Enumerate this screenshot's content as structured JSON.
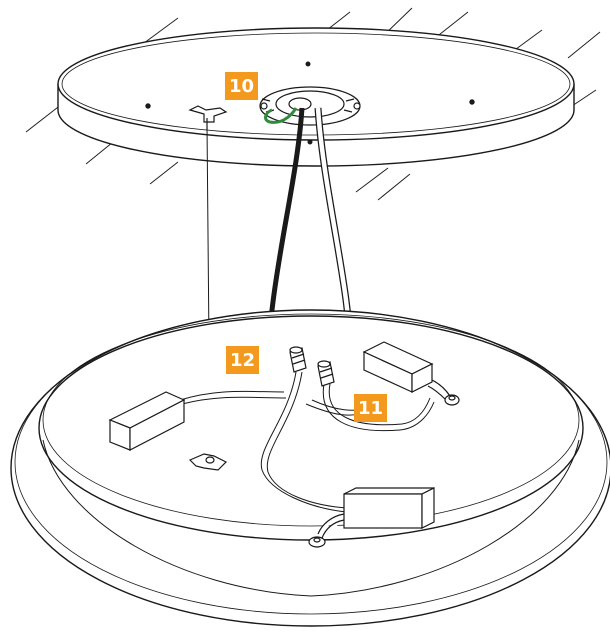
{
  "steps": {
    "step_10": "10",
    "step_11": "11",
    "step_12": "12"
  },
  "colors": {
    "badge_orange": "#F39A1E",
    "line_black": "#1a1a1a",
    "ground_wire_green": "#2E8B3A",
    "background": "#FFFFFF"
  },
  "icons": [
    "ceiling-plate",
    "mounting-bracket",
    "wire-nut",
    "led-driver-box",
    "fixture-base",
    "hanging-cable"
  ]
}
